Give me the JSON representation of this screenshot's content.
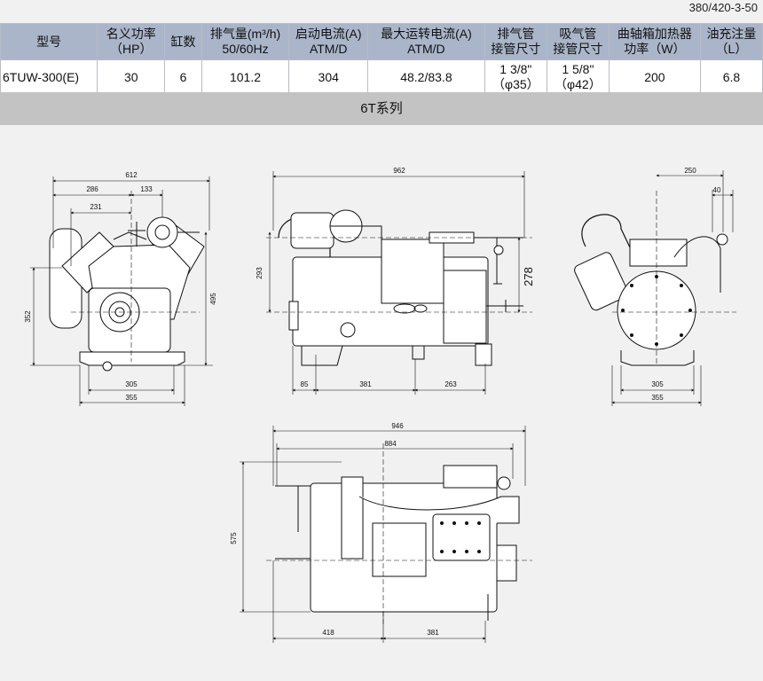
{
  "doc_ref": "380/420-3-50",
  "table": {
    "headers": [
      [
        "型号"
      ],
      [
        "名义功率",
        "（HP）"
      ],
      [
        "缸数"
      ],
      [
        "排气量(m³/h)",
        "50/60Hz"
      ],
      [
        "启动电流(A)",
        "ATM/D"
      ],
      [
        "最大运转电流(A)",
        "ATM/D"
      ],
      [
        "排气管",
        "接管尺寸"
      ],
      [
        "吸气管",
        "接管尺寸"
      ],
      [
        "曲轴箱加热器",
        "功率（W）"
      ],
      [
        "油充注量",
        "（L）"
      ]
    ],
    "row": [
      [
        "6TUW-300(E)"
      ],
      [
        "30"
      ],
      [
        "6"
      ],
      [
        "101.2"
      ],
      [
        "304"
      ],
      [
        "48.2/83.8"
      ],
      [
        "1 3/8\"",
        "（φ35）"
      ],
      [
        "1 5/8\"",
        "（φ42）"
      ],
      [
        "200"
      ],
      [
        "6.8"
      ]
    ]
  },
  "series_label": "6T系列",
  "dimensions": {
    "front": {
      "w612": "612",
      "w286": "286",
      "w133": "133",
      "w231": "231",
      "h352": "352",
      "h495": "495",
      "w305": "305",
      "w355": "355"
    },
    "side": {
      "w962": "962",
      "h293": "293",
      "h278": "278",
      "w85": "85",
      "w381": "381",
      "w263": "263"
    },
    "end": {
      "w250": "250",
      "w40": "40",
      "w305": "305",
      "w355": "355"
    },
    "top": {
      "w946": "946",
      "w884": "884",
      "h575": "575",
      "w418": "418",
      "w381": "381"
    }
  }
}
